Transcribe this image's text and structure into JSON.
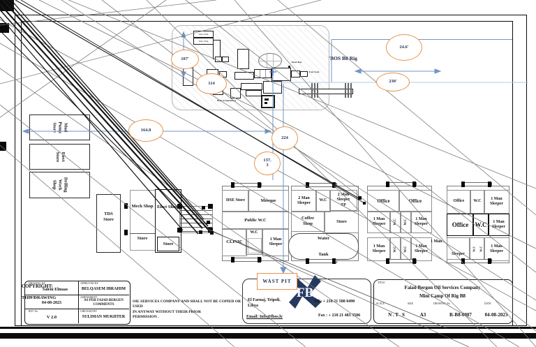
{
  "callouts": {
    "c107": "107'",
    "c114": "114",
    "c164": "164.8",
    "c224": "224",
    "c137_l1": "137.",
    "c137_l2": "3",
    "c246": "24.6'",
    "c230": "230'"
  },
  "rig": {
    "name": "'BOS B8 Rig",
    "water_tank": "Water Tank",
    "bop": "BOP Accumulator",
    "fast_sack": "Fast Sack",
    "flare": "Flare Bay"
  },
  "labels": {
    "one_man": "1 Man Sleeper",
    "two_man": "2 Man Sleeper",
    "two_man_tp": "2 Man Sleeper TP",
    "wc": "W.C",
    "office": "Office",
    "store": "Store",
    "one_man_short": "1 Man",
    "sleeper": "Sleeper"
  },
  "left_buildings": {
    "mud_pump": "Mud Pump Store",
    "elect_store": "Elect Store",
    "drilling": "Drilling Work Shop"
  },
  "shops": {
    "tds": "TDS Store",
    "mech": "Mech Shop",
    "elect": "Elect Shop"
  },
  "block_a": {
    "hse": "HSE Store",
    "mosque": "Mosque",
    "public_wc": "Public W.C",
    "clinic": "CLINIC"
  },
  "block_b": {
    "coffee": "Coffee Shop",
    "water_l1": "Water",
    "water_l2": "Tank"
  },
  "wast_pit": "WAST PIT",
  "title_left": {
    "drawing_by_label": "DRAWING BY",
    "drawing_by": "Salem Elmaas",
    "approved_label": "APPROVED BY",
    "approved": "BELQASEM IBRAHIM",
    "date_label": "DATE",
    "date": "04-08-2023",
    "amendment_label": "AMENDMENT",
    "amendment": "AS PER FAIAD BERGEN COMMENTS",
    "rev_label": "REV No",
    "rev": "V 2.0",
    "checked_label": "CHECKED BY",
    "checked": "SULIMAN MUKHTER"
  },
  "copyright": {
    "l1": "COPYRIGHT:",
    "l2": "THIS DRAWING",
    "l3": "OIL SERVICES COMPANY AND SHALL NOT BE COPIED OR USED",
    "l4": "IN ANYWAY WITHOUT THEIR PRIOR",
    "l5": "PERMISSION ."
  },
  "company": {
    "logo": "FB",
    "address_l1": "El Farnaj, Tripoli,",
    "address_l2": "Libya",
    "email": "Email: Info@fbos.ly",
    "tel": "Tel : + 218 21 588 0490",
    "fax": "Fax : + 218 21 483 3506"
  },
  "title_right": {
    "title_label": "TITLE",
    "company": "Faiad Bergon Oil Services Company",
    "project": "Mini Camp Of Rig B8",
    "scale_label": "SCALE",
    "scale": "N . T . S",
    "size_label": "SIZE",
    "size": "A3",
    "dwg_label": "DRAWING No",
    "dwg_no": "R-B8-0007",
    "date_label": "DATE",
    "date": "04-08-2023"
  }
}
